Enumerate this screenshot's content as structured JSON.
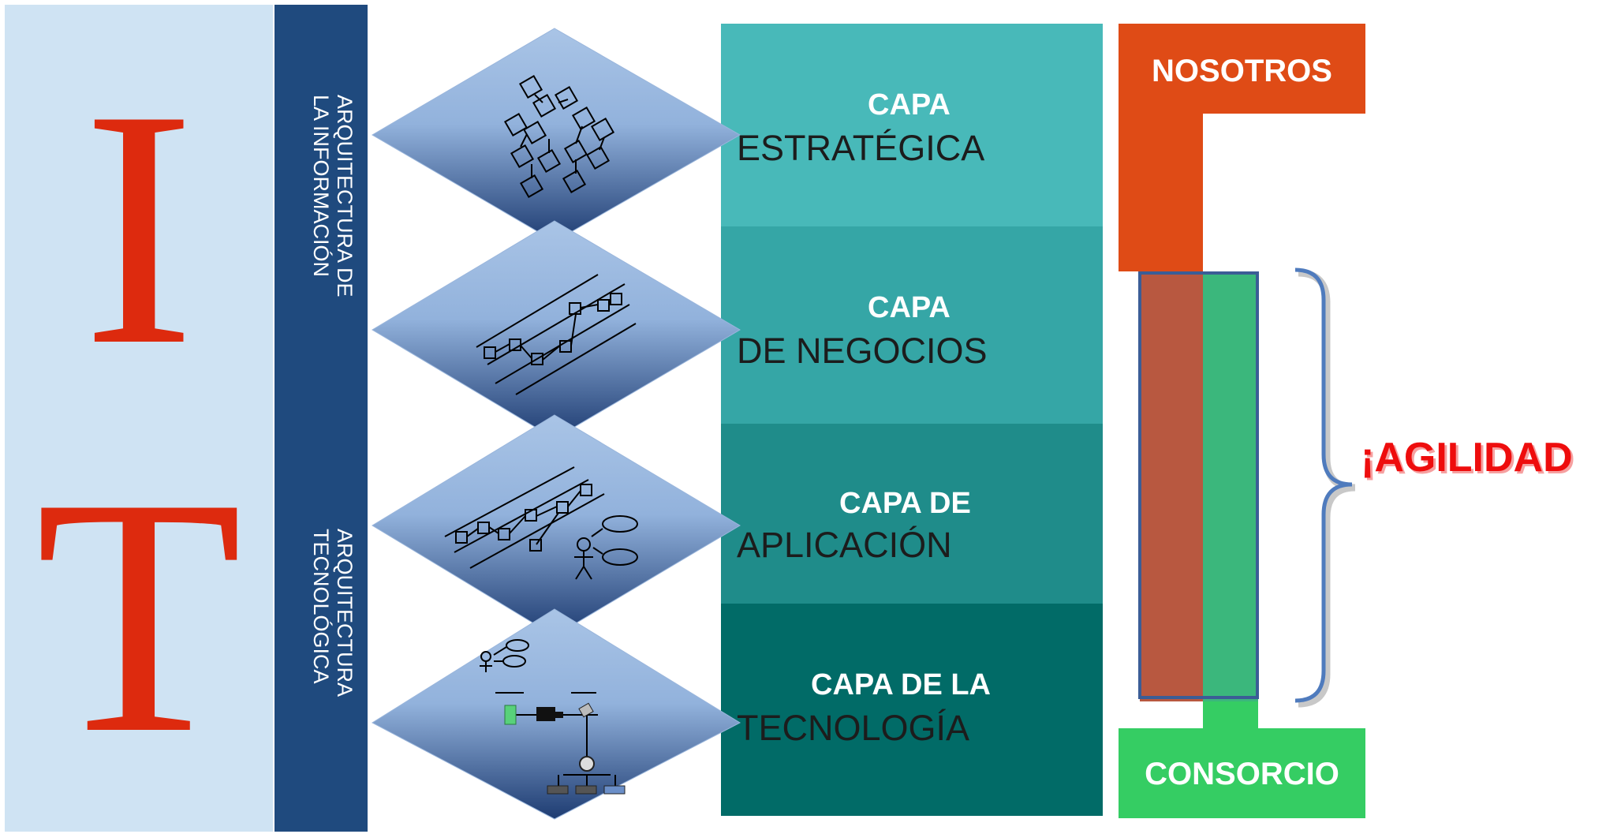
{
  "it_panel": {
    "letter_i": "I",
    "letter_t": "T",
    "color": "#dd2a0e",
    "background": "#cfe3f3"
  },
  "architecture_bar": {
    "info_label": "ARQUITECTURA DE LA INFORMACIÓN",
    "tech_label": "ARQUITECTURA TECNOLÓGICA",
    "background": "#1f4a7e"
  },
  "layers": [
    {
      "title": "CAPA",
      "subtitle": "ESTRATÉGICA",
      "color": "#48b9b9",
      "icon": "org-chart-icon"
    },
    {
      "title": "CAPA",
      "subtitle": "DE NEGOCIOS",
      "color": "#35a6a6",
      "icon": "business-process-icon"
    },
    {
      "title": "CAPA DE",
      "subtitle": "APLICACIÓN",
      "color": "#1f8c8a",
      "icon": "application-flow-icon"
    },
    {
      "title": "CAPA DE LA",
      "subtitle": "TECNOLOGÍA",
      "color": "#016b67",
      "icon": "network-infrastructure-icon"
    }
  ],
  "right_column": {
    "top_label": "NOSOTROS",
    "top_color": "#df4b16",
    "bottom_label": "CONSORCIO",
    "bottom_color": "#35cd63",
    "agility_label": "¡AGILIDAD",
    "agility_color": "#ee0d0d"
  }
}
